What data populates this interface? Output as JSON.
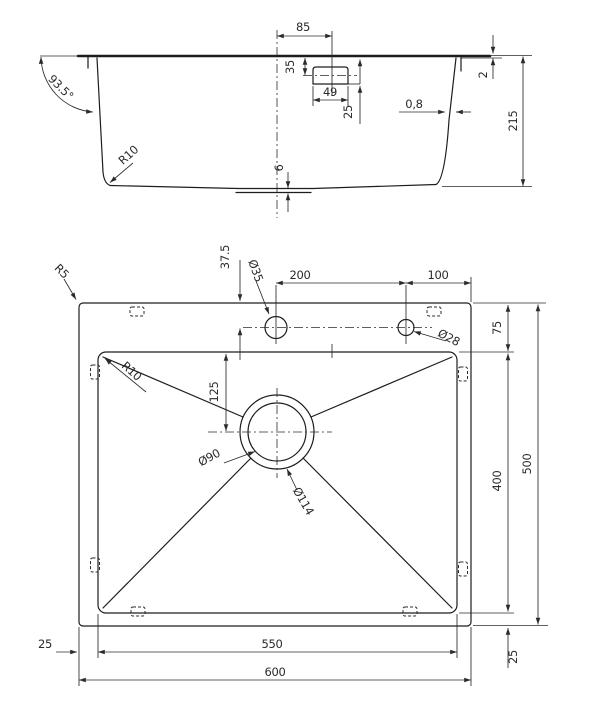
{
  "section_view": {
    "dims": {
      "d85": "85",
      "d35": "35",
      "d49": "49",
      "d25": "25",
      "d08": "0,8",
      "d2": "2",
      "d215": "215",
      "d6": "6",
      "angle": "93.5°",
      "r10": "R10"
    }
  },
  "plan_view": {
    "dims": {
      "r5": "R5",
      "d375": "37.5",
      "dia35": "Ø35",
      "d200": "200",
      "d100": "100",
      "dia28": "Ø28",
      "d75": "75",
      "d125": "125",
      "r10": "R10",
      "dia90": "Ø90",
      "dia114": "Ø114",
      "d400": "400",
      "d500": "500",
      "d550": "550",
      "d600": "600",
      "d25_left": "25",
      "d25_bottom": "25"
    }
  }
}
